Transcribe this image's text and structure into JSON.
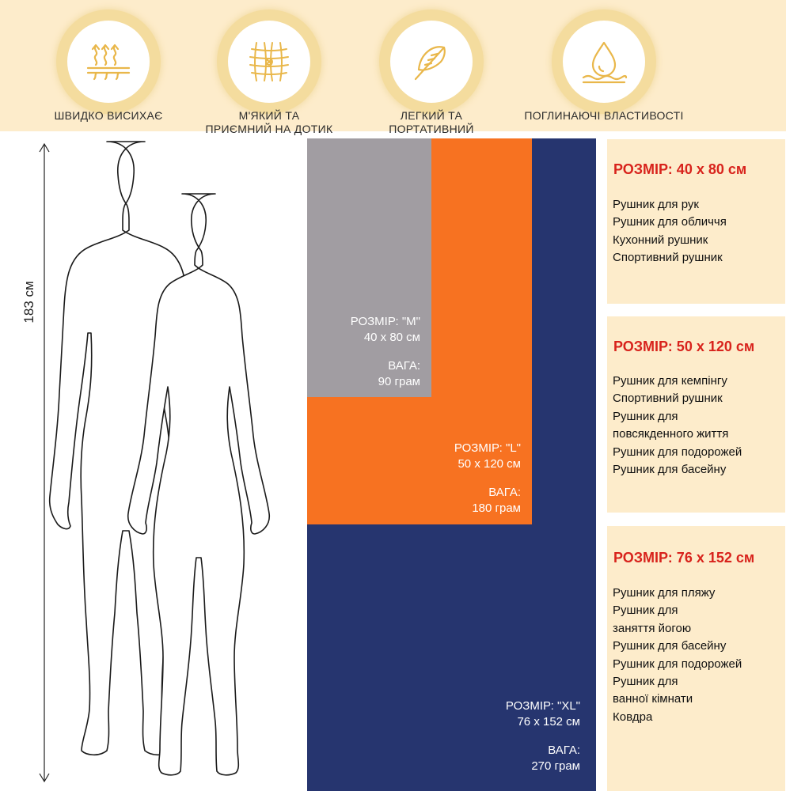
{
  "features": [
    {
      "icon": "quick-dry-icon",
      "label": "ШВИДКО ВИСИХАЄ"
    },
    {
      "icon": "soft-fabric-icon",
      "label": "М'ЯКИЙ ТА\nПРИЄМНИЙ НА ДОТИК"
    },
    {
      "icon": "feather-icon",
      "label": "ЛЕГКИЙ ТА\nПОРТАТИВНИЙ"
    },
    {
      "icon": "water-drop-icon",
      "label": "ПОГЛИНАЮЧІ ВЛАСТИВОСТІ"
    }
  ],
  "height": {
    "label": "183 см"
  },
  "towels": {
    "m": {
      "size_label": "РОЗМІР: \"M\"",
      "dims": "40 x 80 см",
      "weight_label": "ВАГА:",
      "weight": "90 грам",
      "color": "#a19da2"
    },
    "l": {
      "size_label": "РОЗМІР: \"L\"",
      "dims": "50 x 120 см",
      "weight_label": "ВАГА:",
      "weight": "180 грам",
      "color": "#f77221"
    },
    "xl": {
      "size_label": "РОЗМІР: \"XL\"",
      "dims": "76 x 152 см",
      "weight_label": "ВАГА:",
      "weight": "270 грам",
      "color": "#26356f"
    }
  },
  "cards": [
    {
      "title": "РОЗМІР: 40 x 80 см",
      "items": [
        "Рушник для рук",
        "Рушник для обличчя",
        "Кухонний рушник",
        "Спортивний рушник"
      ]
    },
    {
      "title": "РОЗМІР: 50 x 120 см",
      "items": [
        "Рушник для кемпінгу",
        "Спортивний рушник",
        "Рушник для",
        "повсякденного життя",
        "Рушник для подорожей",
        "Рушник для басейну"
      ]
    },
    {
      "title": "РОЗМІР: 76 x 152 см",
      "items": [
        "Рушник для пляжу",
        "Рушник для",
        "заняття йогою",
        "Рушник для басейну",
        "Рушник для подорожей",
        "Рушник для",
        "ванної кімнати",
        "Ковдра"
      ]
    }
  ],
  "colors": {
    "band": "#fdeccb",
    "title_red": "#d8231c",
    "ring": "#f4dc9e"
  }
}
